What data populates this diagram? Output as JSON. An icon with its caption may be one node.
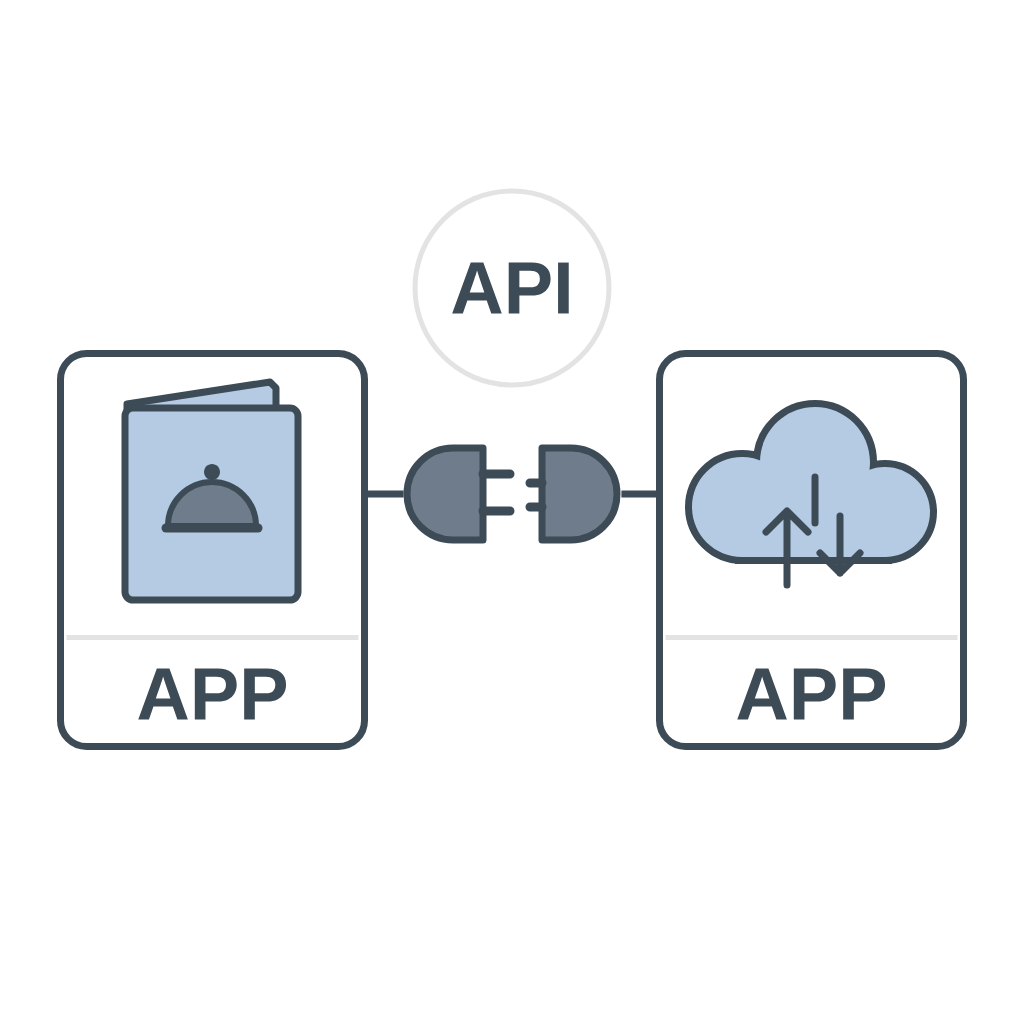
{
  "diagram": {
    "nodes": [
      {
        "text": [
          "API"
        ]
      },
      {
        "text": [
          "APP"
        ]
      },
      {
        "text": [
          "APP"
        ]
      },
      {
        "text": [],
        "shape": "plug"
      },
      {
        "text": [],
        "shape": "socket"
      }
    ],
    "edges": [
      {
        "from": 1,
        "to": 3,
        "arrow": "none"
      },
      {
        "from": 4,
        "to": 2,
        "arrow": "none"
      }
    ]
  }
}
